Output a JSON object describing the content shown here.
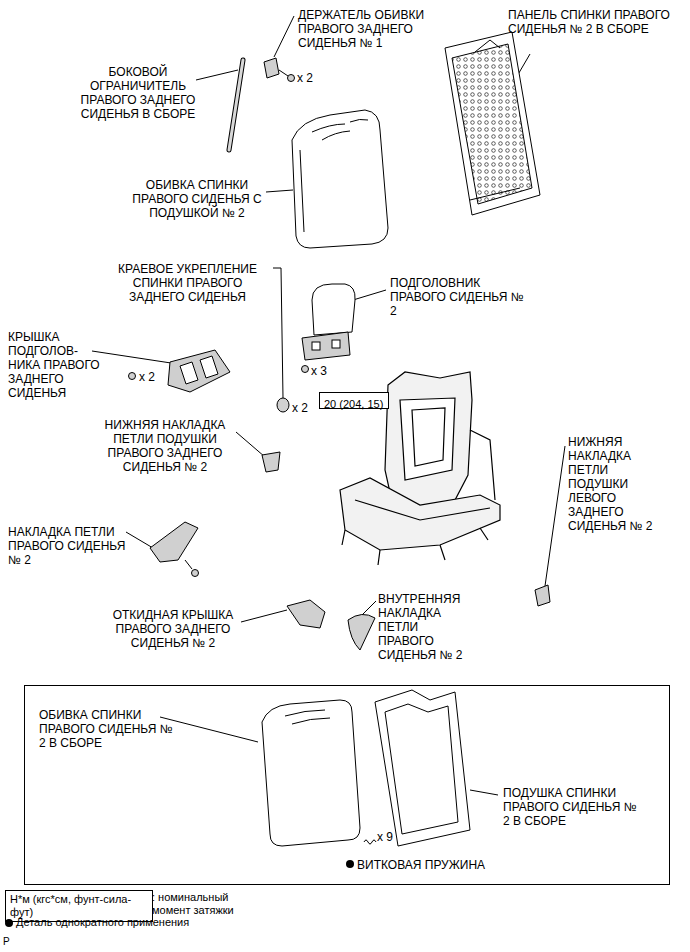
{
  "diagram": {
    "nodes": [
      {
        "text": [
          "20 (204, 15)"
        ]
      },
      {
        "text": [
          "ОБИВКА СПИНКИ ПРАВОГО СИДЕНЬЯ № 2 В СБОРЕ",
          "ПОДУШКА СПИНКИ ПРАВОГО СИДЕНЬЯ № 2 В СБОРЕ",
          "x 9",
          "ВИТКОВАЯ ПРУЖИНА"
        ]
      },
      {
        "text": [
          "Н*м (кгс*см, фунт-сила-фут)"
        ]
      }
    ],
    "labels": [
      "ДЕРЖАТЕЛЬ ОБИВКИ ПРАВОГО ЗАДНЕГО СИДЕНЬЯ № 1",
      "x 2",
      "ПАНЕЛЬ СПИНКИ ПРАВОГО СИДЕНЬЯ № 2 В СБОРЕ",
      "БОКОВОЙ ОГРАНИЧИТЕЛЬ ПРАВОГО ЗАДНЕГО СИДЕНЬЯ В СБОРЕ",
      "ОБИВКА СПИНКИ ПРАВОГО СИДЕНЬЯ С ПОДУШКОЙ № 2",
      "КРАЕВОЕ УКРЕПЛЕНИЕ СПИНКИ ПРАВОГО ЗАДНЕГО СИДЕНЬЯ",
      "ПОДГОЛОВНИК ПРАВОГО СИДЕНЬЯ № 2",
      "КРЫШКА ПОДГОЛОВ- НИКА ПРАВОГО ЗАДНЕГО СИДЕНЬЯ",
      "x 2",
      "x 3",
      "x 2",
      "НИЖНЯЯ НАКЛАДКА ПЕТЛИ ПОДУШКИ ПРАВОГО ЗАДНЕГО СИДЕНЬЯ № 2",
      "НИЖНЯЯ НАКЛАДКА ПЕТЛИ ПОДУШКИ ЛЕВОГО ЗАДНЕГО СИДЕНЬЯ № 2",
      "НАКЛАДКА ПЕТЛИ ПРАВОГО СИДЕНЬЯ № 2",
      "ОТКИДНАЯ КРЫШКА ПРАВОГО ЗАДНЕГО СИДЕНЬЯ № 2",
      "ВНУТРЕННЯЯ НАКЛАДКА ПЕТЛИ ПРАВОГО СИДЕНЬЯ № 2",
      ": номинальный момент затяжки",
      "P"
    ],
    "legend": [
      {
        "text": "Деталь однократного применения"
      }
    ]
  }
}
